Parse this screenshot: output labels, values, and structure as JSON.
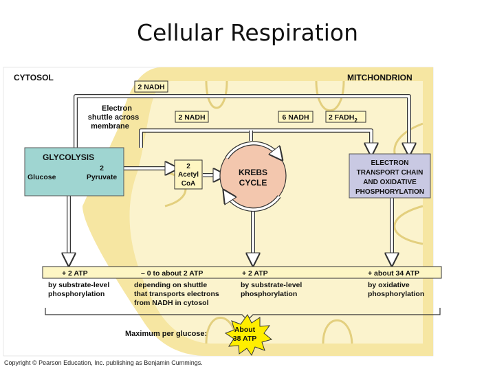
{
  "slide": {
    "title": "Cellular Respiration"
  },
  "figure": {
    "regions": {
      "cytosol": "CYTOSOL",
      "mitochondrion": "MITCHONDRION"
    },
    "nadh_top": "2 NADH",
    "shuttle": [
      "Electron",
      "shuttle across",
      "membrane"
    ],
    "nadh_mid": "2 NADH",
    "nadh_krebs": "6 NADH",
    "fadh": "2 FADH",
    "fadh_sub": "2",
    "glycolysis": {
      "title": "GLYCOLYSIS",
      "input": "Glucose",
      "output_count": "2",
      "output": "Pyruvate"
    },
    "acetyl_coa": [
      "2",
      "Acetyl",
      "CoA"
    ],
    "krebs": [
      "KREBS",
      "CYCLE"
    ],
    "etc": [
      "ELECTRON",
      "TRANSPORT CHAIN",
      "AND OXIDATIVE",
      "PHOSPHORYLATION"
    ],
    "atp_yields": [
      {
        "amount": "+ 2 ATP",
        "desc": [
          "by substrate-level",
          "phosphorylation"
        ]
      },
      {
        "amount": "– 0 to about 2 ATP",
        "desc": [
          "depending on shuttle",
          "that transports electrons",
          "from NADH in cytosol"
        ]
      },
      {
        "amount": "+ 2 ATP",
        "desc": [
          "by substrate-level",
          "phosphorylation"
        ]
      },
      {
        "amount": "+ about 34 ATP",
        "desc": [
          "by oxidative",
          "phosphorylation"
        ]
      }
    ],
    "max_label": "Maximum per glucose:",
    "total": [
      "About",
      "38 ATP"
    ]
  },
  "copyright": "Copyright © Pearson Education, Inc.  publishing as Benjamin Cummings.",
  "colors": {
    "mito_outer": "#f6e6a2",
    "mito_inner": "#fbf3cd",
    "cristae_line": "#e3cf7e",
    "glycolysis_box": "#9fd5d1",
    "etc_box": "#c9c9e3",
    "krebs_fill": "#f3c7ae",
    "label_box": "#fff6c2",
    "atp_bar": "#fdf6c4",
    "starburst": "#ffee00"
  }
}
